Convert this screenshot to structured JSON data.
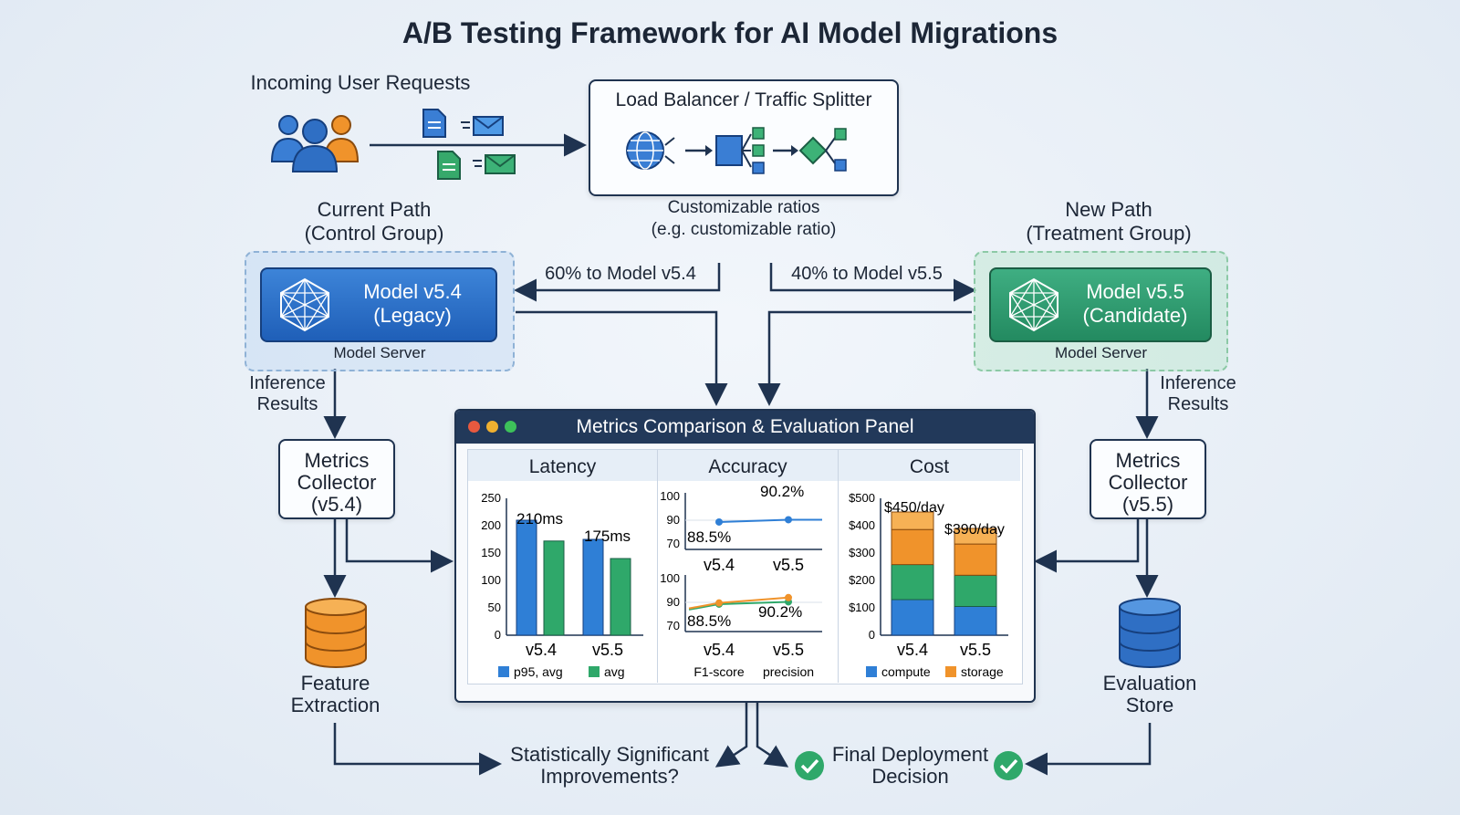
{
  "title": "A/B Testing Framework for AI Model Migrations",
  "incoming": {
    "label": "Incoming User Requests"
  },
  "load_balancer": {
    "title": "Load Balancer / Traffic Splitter",
    "caption_line1": "Customizable ratios",
    "caption_line2": "(e.g. customizable ratio)"
  },
  "current_path": {
    "line1": "Current Path",
    "line2": "(Control Group)",
    "split": "60% to Model v5.4",
    "model_line1": "Model v5.4",
    "model_line2": "(Legacy)",
    "server": "Model Server",
    "inference_line1": "Inference",
    "inference_line2": "Results",
    "collector_line1": "Metrics",
    "collector_line2": "Collector",
    "collector_line3": "(v5.4)",
    "store_line1": "Feature",
    "store_line2": "Extraction"
  },
  "new_path": {
    "line1": "New Path",
    "line2": "(Treatment Group)",
    "split": "40% to Model v5.5",
    "model_line1": "Model v5.5",
    "model_line2": "(Candidate)",
    "server": "Model Server",
    "inference_line1": "Inference",
    "inference_line2": "Results",
    "collector_line1": "Metrics",
    "collector_line2": "Collector",
    "collector_line3": "(v5.5)",
    "store_line1": "Evaluation",
    "store_line2": "Store"
  },
  "panel": {
    "title": "Metrics Comparison & Evaluation Panel"
  },
  "decision": {
    "question_line1": "Statistically Significant",
    "question_line2": "Improvements?",
    "final_line1": "Final Deployment",
    "final_line2": "Decision"
  },
  "colors": {
    "blue": "#2f7fd6",
    "green": "#2fa86a",
    "orange": "#f0932b",
    "navy": "#1f3350"
  },
  "chart_data": [
    {
      "type": "bar",
      "title": "Latency",
      "categories": [
        "v5.4",
        "v5.5"
      ],
      "series": [
        {
          "name": "p95, avg",
          "values": [
            210,
            175
          ]
        },
        {
          "name": "avg",
          "values": [
            172,
            140
          ]
        }
      ],
      "annotations": [
        "210ms",
        "175ms"
      ],
      "yticks": [
        "250",
        "200",
        "150",
        "100",
        "50",
        "0"
      ],
      "ylim": [
        0,
        250
      ]
    },
    {
      "type": "line",
      "title": "Accuracy",
      "subplots": [
        {
          "yticks": [
            "100",
            "90",
            "70"
          ],
          "x": [
            "v5.4",
            "v5.5"
          ],
          "values": [
            88.5,
            90.2
          ],
          "annotations": [
            "88.5%",
            "90.2%"
          ]
        },
        {
          "yticks": [
            "100",
            "90",
            "70"
          ],
          "x": [
            "v5.4",
            "v5.5"
          ],
          "series": [
            {
              "name": "F1-score",
              "values": [
                88.5,
                90.2
              ]
            },
            {
              "name": "precision",
              "values": [
                89.5,
                92
              ]
            }
          ],
          "annotations": [
            "88.5%",
            "90.2%"
          ]
        }
      ]
    },
    {
      "type": "bar",
      "title": "Cost",
      "stacked": true,
      "categories": [
        "v5.4",
        "v5.5"
      ],
      "series": [
        {
          "name": "compute",
          "values": [
            130,
            105
          ]
        },
        {
          "name": "storage",
          "values": [
            320,
            285
          ]
        }
      ],
      "annotations": [
        "$450/day",
        "$390/day"
      ],
      "yticks": [
        "$500",
        "$400",
        "$300",
        "$200",
        "$100",
        "0"
      ],
      "ylim": [
        0,
        500
      ]
    }
  ]
}
